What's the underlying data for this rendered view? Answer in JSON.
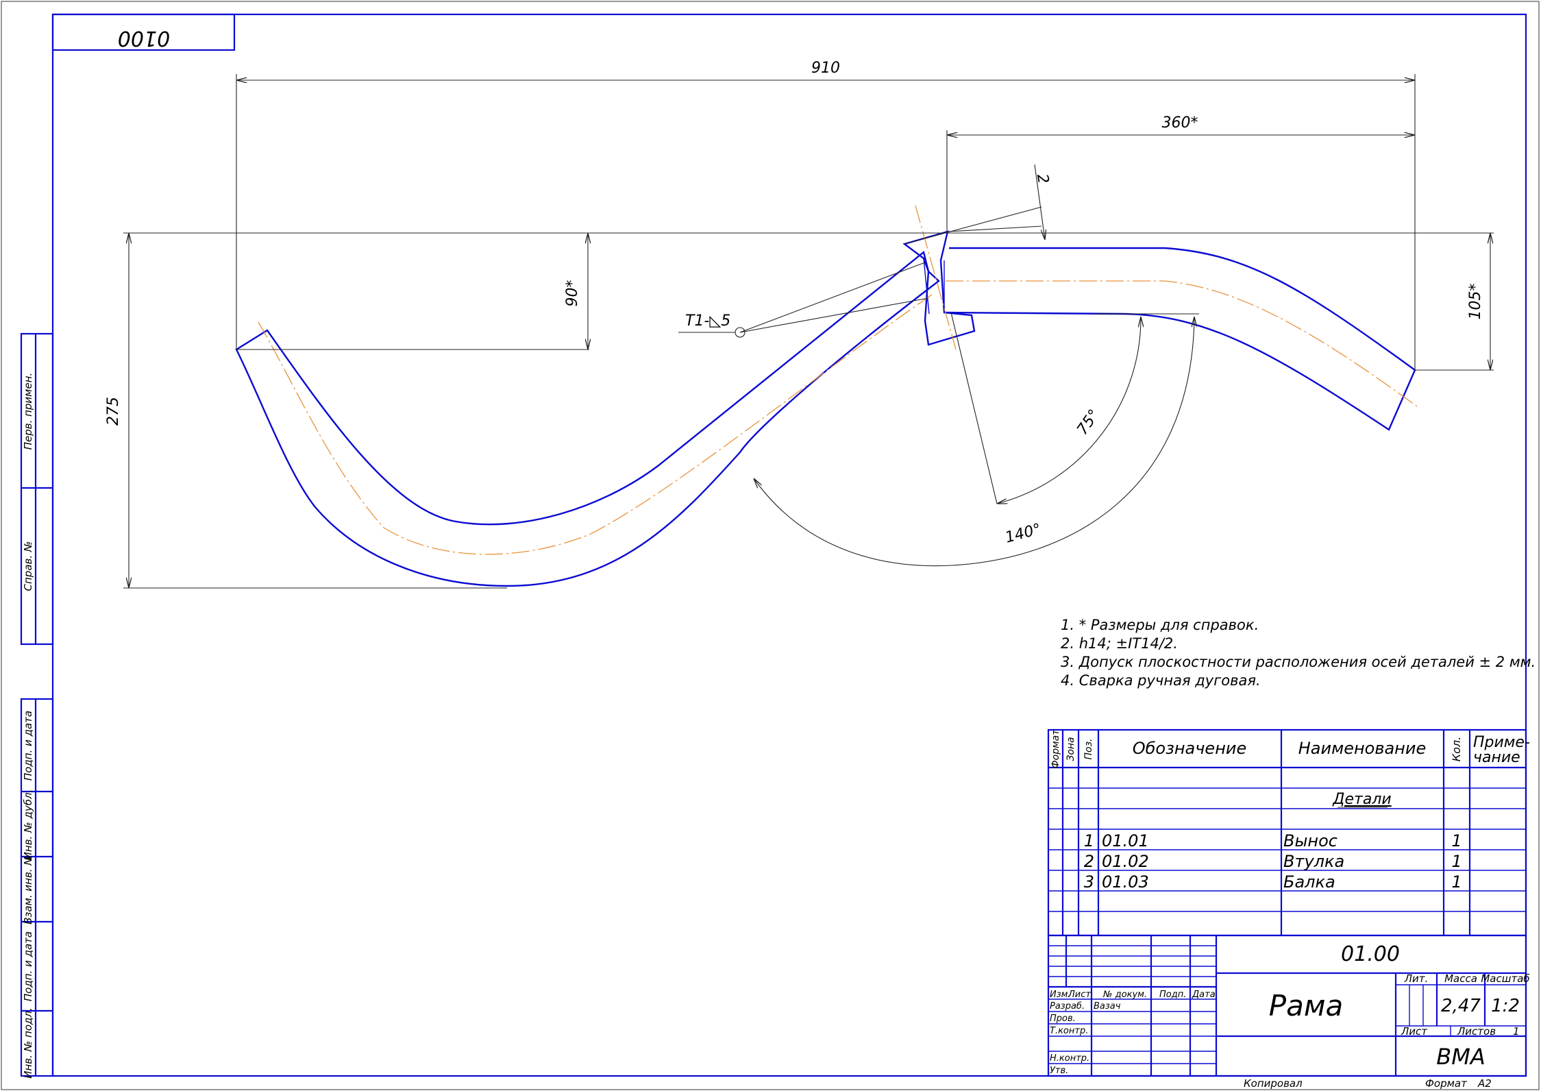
{
  "stamp_code": "0100",
  "dimensions": {
    "d910": "910",
    "d360": "360*",
    "d2": "2",
    "d90": "90*",
    "d105": "105*",
    "d275": "275",
    "a75": "75°",
    "a140": "140°",
    "weld": "Т1-◺5"
  },
  "notes": [
    "1.  * Размеры для справок.",
    "2.  h14; ±IT14/2.",
    "3.  Допуск плоскостности расположения осей деталей ± 2 мм.",
    "4.  Сварка ручная дуговая."
  ],
  "side_labels": {
    "perv": "Перв. примен.",
    "sprav": "Справ. №",
    "podp1": "Подп. и дата",
    "inv_dubl": "Инв. № дубл.",
    "vzam": "Взам. инв. №",
    "podp2": "Подп. и дата",
    "inv_podl": "Инв. № подл."
  },
  "spec": {
    "headers": {
      "format": "Формат",
      "zona": "Зона",
      "poz": "Поз.",
      "oboz": "Обозначение",
      "naim": "Наименование",
      "kol": "Кол.",
      "prim1": "Приме-",
      "prim2": "чание"
    },
    "section": "Детали",
    "rows": [
      {
        "poz": "1",
        "oboz": "01.01",
        "naim": "Вынос",
        "kol": "1"
      },
      {
        "poz": "2",
        "oboz": "01.02",
        "naim": "Втулка",
        "kol": "1"
      },
      {
        "poz": "3",
        "oboz": "01.03",
        "naim": "Балка",
        "kol": "1"
      }
    ]
  },
  "title_block": {
    "code": "01.00",
    "name": "Рама",
    "lit": "Лит.",
    "massa_label": "Масса",
    "massa": "2,47",
    "masshtab_label": "Масштаб",
    "masshtab": "1:2",
    "list_label": "Лист",
    "listov_label": "Листов",
    "listov": "1",
    "org": "ВМА",
    "cols": {
      "izm": "Изм.",
      "list": "Лист",
      "ndok": "№ докум.",
      "podp": "Подп.",
      "data": "Дата"
    },
    "roles": {
      "razrab": "Разраб.",
      "prov": "Пров.",
      "tkontr": "Т.контр.",
      "nkontr": "Н.контр.",
      "utv": "Утв."
    },
    "razrab_name": "Вазач"
  },
  "footer": {
    "kopiroval": "Копировал",
    "format_label": "Формат",
    "format_value": "A2"
  }
}
